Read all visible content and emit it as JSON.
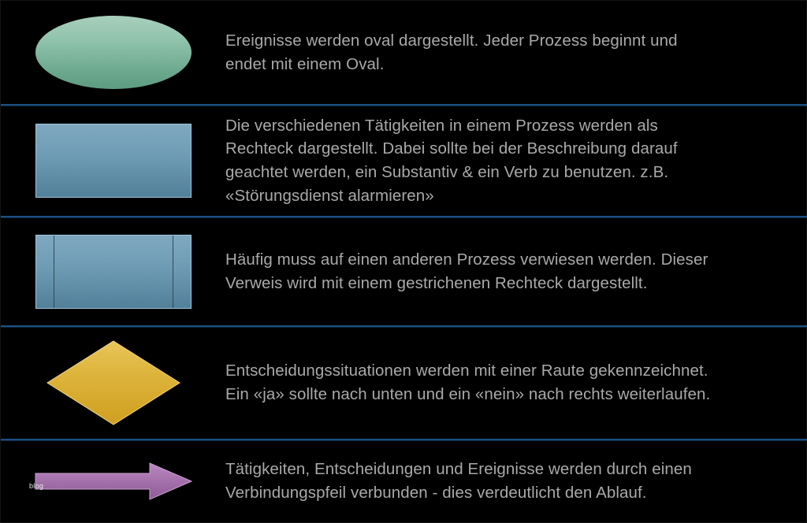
{
  "slide": {
    "background_color": "#000000",
    "divider_color": "#1c4f80",
    "text_color": "#a9a9a9",
    "watermark": "blog"
  },
  "rows": [
    {
      "shape": {
        "name": "oval-shape",
        "kind": "oval",
        "color": "#8fc2ab",
        "meaning": "Ereignis"
      },
      "text_lines": [
        "Ereignisse werden oval dargestellt. Jeder Prozess beginnt und",
        "endet mit einem Oval."
      ]
    },
    {
      "shape": {
        "name": "rectangle-shape",
        "kind": "rectangle",
        "color": "#6e9bb4",
        "meaning": "Tätigkeit"
      },
      "text_lines": [
        "Die verschiedenen Tätigkeiten in einem Prozess werden als",
        "Rechteck dargestellt. Dabei sollte bei der Beschreibung darauf",
        "geachtet werden, ein Substantiv & ein Verb zu benutzen. z.B.",
        "«Störungsdienst alarmieren»"
      ]
    },
    {
      "shape": {
        "name": "predefined-process-shape",
        "kind": "predefined-process",
        "color": "#6e9bb4",
        "meaning": "Prozessverweis"
      },
      "text_lines": [
        "Häufig muss auf einen anderen Prozess verwiesen werden. Dieser",
        "Verweis wird mit einem gestrichenen Rechteck dargestellt."
      ]
    },
    {
      "shape": {
        "name": "diamond-shape",
        "kind": "diamond",
        "color": "#e0ad2e",
        "meaning": "Entscheidung"
      },
      "text_lines": [
        "Entscheidungssituationen werden mit einer Raute gekennzeichnet.",
        "Ein «ja» sollte nach unten und ein «nein» nach rechts weiterlaufen."
      ]
    },
    {
      "shape": {
        "name": "arrow-shape",
        "kind": "arrow",
        "color": "#a濃"
      },
      "text_lines": [
        "Tätigkeiten, Entscheidungen und Ereignisse werden durch einen",
        "Verbindungspfeil verbunden - dies verdeutlicht den Ablauf."
      ]
    }
  ]
}
